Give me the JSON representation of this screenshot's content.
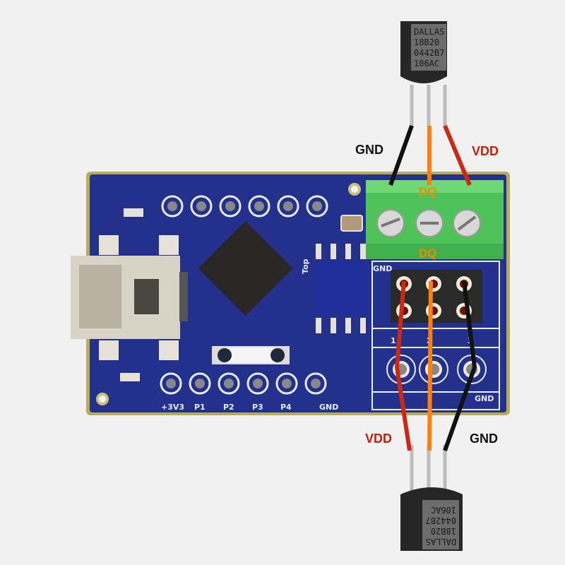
{
  "wire_labels": {
    "top_gnd": "GND",
    "top_vdd": "VDD",
    "top_dq": "DQ",
    "mid_dq": "DQ",
    "bottom_vdd": "VDD",
    "bottom_gnd": "GND"
  },
  "sensor_top": {
    "lines": [
      "DALLAS",
      "18B20",
      "0442B7",
      "106AC"
    ]
  },
  "sensor_bottom": {
    "lines": [
      "DALLAS",
      "18B20",
      "0442B7",
      "106AC"
    ]
  },
  "board": {
    "bottom_pins": [
      "+3V3",
      "P1",
      "P2",
      "P3",
      "P4",
      "GND"
    ],
    "connector_numbers": [
      "1",
      "2",
      "3"
    ],
    "top_marker": "Top",
    "header_gnd": "GND",
    "connector_gnd": "GND"
  },
  "colors": {
    "board": "#24318c",
    "terminal": "#4fc25a",
    "vdd_wire": "#c82a14",
    "dq_wire": "#ff7f0a",
    "gnd_wire": "#111111",
    "vdd_text": "#c0200e",
    "dq_text": "#f08a00"
  }
}
